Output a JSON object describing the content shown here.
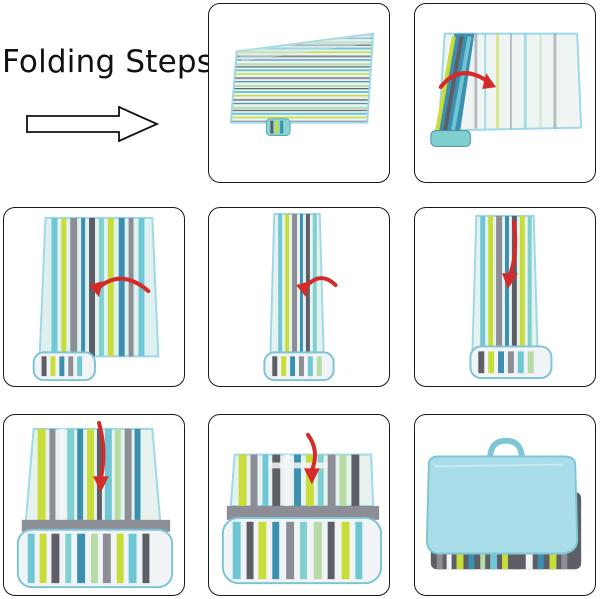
{
  "heading": "Folding Steps",
  "icons": {
    "direction": "right-arrow-icon",
    "fold": "curved-arrow-icon"
  },
  "colors": {
    "panel_border": "#1a1a1a",
    "fold_arrow": "#d42a2a",
    "trim": "#9fd8e6",
    "stripes": [
      "#6fc6d4",
      "#c9dd3a",
      "#8d8d96",
      "#3c8fae",
      "#e8ecef",
      "#5d5e66",
      "#7fd0cf",
      "#b6dba5",
      "#4d6b8a",
      "#f2f4f6"
    ]
  },
  "steps": [
    {
      "id": 1,
      "fold": "open-mat"
    },
    {
      "id": 2,
      "fold": "fold-left-edge-to-right"
    },
    {
      "id": 3,
      "fold": "fold-right-half-to-left"
    },
    {
      "id": 4,
      "fold": "fold-again-to-left"
    },
    {
      "id": 5,
      "fold": "fold-top-down"
    },
    {
      "id": 6,
      "fold": "fold-top-down"
    },
    {
      "id": 7,
      "fold": "fold-top-down"
    },
    {
      "id": 8,
      "fold": "folded-with-handle"
    }
  ]
}
